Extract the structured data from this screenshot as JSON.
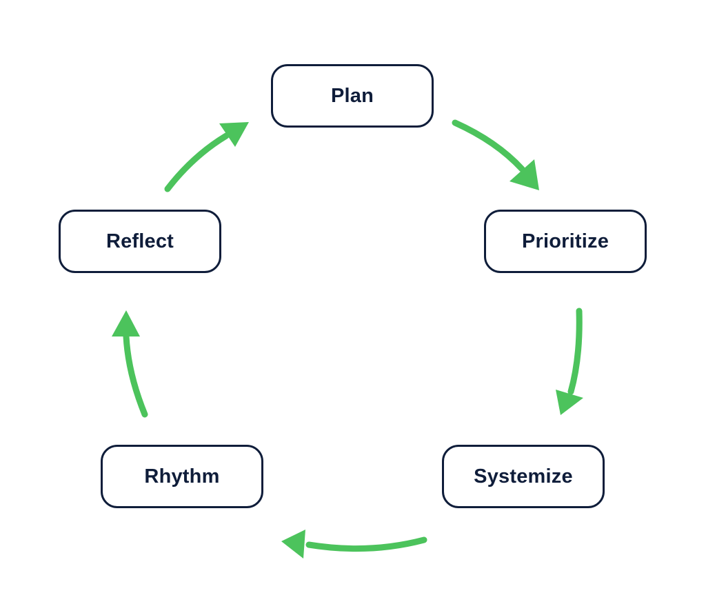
{
  "colors": {
    "node_border": "#0f1d3a",
    "node_text": "#0f1d3a",
    "arrow": "#4cc35c",
    "background": "#ffffff"
  },
  "nodes": {
    "plan": "Plan",
    "prioritize": "Prioritize",
    "systemize": "Systemize",
    "rhythm": "Rhythm",
    "reflect": "Reflect"
  },
  "edges": [
    {
      "from": "Plan",
      "to": "Prioritize"
    },
    {
      "from": "Prioritize",
      "to": "Systemize"
    },
    {
      "from": "Systemize",
      "to": "Rhythm"
    },
    {
      "from": "Rhythm",
      "to": "Reflect"
    },
    {
      "from": "Reflect",
      "to": "Plan"
    }
  ]
}
